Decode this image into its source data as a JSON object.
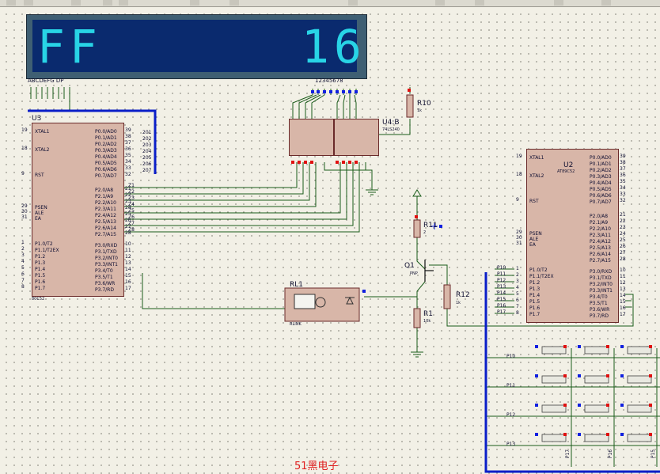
{
  "display": {
    "left_digits": "FF",
    "right_digits": "16",
    "segment_labels": "ABCDEFG DP",
    "digit_labels": "12345678"
  },
  "u3": {
    "ref": "U3",
    "part": "80C52",
    "pins_left": [
      {
        "n": "19",
        "name": "XTAL1"
      },
      {
        "n": "18",
        "name": "XTAL2"
      },
      {
        "n": "9",
        "name": "RST"
      },
      {
        "n": "29",
        "name": "PSEN"
      },
      {
        "n": "30",
        "name": "ALE"
      },
      {
        "n": "31",
        "name": "EA"
      },
      {
        "n": "1",
        "name": "P1.0/T2"
      },
      {
        "n": "2",
        "name": "P1.1/T2EX"
      },
      {
        "n": "3",
        "name": "P1.2"
      },
      {
        "n": "4",
        "name": "P1.3"
      },
      {
        "n": "5",
        "name": "P1.4"
      },
      {
        "n": "6",
        "name": "P1.5"
      },
      {
        "n": "7",
        "name": "P1.6"
      },
      {
        "n": "8",
        "name": "P1.7"
      }
    ],
    "pins_right": [
      {
        "n": "39",
        "name": "P0.0/AD0"
      },
      {
        "n": "38",
        "name": "P0.1/AD1"
      },
      {
        "n": "37",
        "name": "P0.2/AD2"
      },
      {
        "n": "36",
        "name": "P0.3/AD3"
      },
      {
        "n": "35",
        "name": "P0.4/AD4"
      },
      {
        "n": "34",
        "name": "P0.5/AD5"
      },
      {
        "n": "33",
        "name": "P0.6/AD6"
      },
      {
        "n": "32",
        "name": "P0.7/AD7"
      },
      {
        "n": "21",
        "name": "P2.0/A8"
      },
      {
        "n": "22",
        "name": "P2.1/A9"
      },
      {
        "n": "23",
        "name": "P2.2/A10"
      },
      {
        "n": "24",
        "name": "P2.3/A11"
      },
      {
        "n": "25",
        "name": "P2.4/A12"
      },
      {
        "n": "26",
        "name": "P2.5/A13"
      },
      {
        "n": "27",
        "name": "P2.6/A14"
      },
      {
        "n": "28",
        "name": "P2.7/A15"
      },
      {
        "n": "10",
        "name": "P3.0/RXD"
      },
      {
        "n": "11",
        "name": "P3.1/TXD"
      },
      {
        "n": "12",
        "name": "P3.2/INT0"
      },
      {
        "n": "13",
        "name": "P3.3/INT1"
      },
      {
        "n": "14",
        "name": "P3.4/T0"
      },
      {
        "n": "15",
        "name": "P3.5/T1"
      },
      {
        "n": "16",
        "name": "P3.6/WR"
      },
      {
        "n": "17",
        "name": "P3.7/RD"
      }
    ],
    "bus_out": [
      "201",
      "202",
      "203",
      "204",
      "205",
      "206",
      "207"
    ],
    "p2_out": [
      "Z1",
      "Z2",
      "Z3",
      "Z4",
      "Z5",
      "Z6",
      "Z7",
      "Z8"
    ]
  },
  "u2": {
    "ref": "U2",
    "part": "AT89C52",
    "pins_left": [
      {
        "n": "19",
        "name": "XTAL1"
      },
      {
        "n": "18",
        "name": "XTAL2"
      },
      {
        "n": "9",
        "name": "RST"
      },
      {
        "n": "29",
        "name": "PSEN"
      },
      {
        "n": "30",
        "name": "ALE"
      },
      {
        "n": "31",
        "name": "EA"
      },
      {
        "n": "1",
        "name": "P1.0/T2"
      },
      {
        "n": "2",
        "name": "P1.1/T2EX"
      },
      {
        "n": "3",
        "name": "P1.2"
      },
      {
        "n": "4",
        "name": "P1.3"
      },
      {
        "n": "5",
        "name": "P1.4"
      },
      {
        "n": "6",
        "name": "P1.5"
      },
      {
        "n": "7",
        "name": "P1.6"
      },
      {
        "n": "8",
        "name": "P1.7"
      }
    ],
    "pins_right": [
      {
        "n": "39",
        "name": "P0.0/AD0"
      },
      {
        "n": "38",
        "name": "P0.1/AD1"
      },
      {
        "n": "37",
        "name": "P0.2/AD2"
      },
      {
        "n": "36",
        "name": "P0.3/AD3"
      },
      {
        "n": "35",
        "name": "P0.4/AD4"
      },
      {
        "n": "34",
        "name": "P0.5/AD5"
      },
      {
        "n": "33",
        "name": "P0.6/AD6"
      },
      {
        "n": "32",
        "name": "P0.7/AD7"
      },
      {
        "n": "21",
        "name": "P2.0/A8"
      },
      {
        "n": "22",
        "name": "P2.1/A9"
      },
      {
        "n": "23",
        "name": "P2.2/A10"
      },
      {
        "n": "24",
        "name": "P2.3/A11"
      },
      {
        "n": "25",
        "name": "P2.4/A12"
      },
      {
        "n": "26",
        "name": "P2.5/A13"
      },
      {
        "n": "27",
        "name": "P2.6/A14"
      },
      {
        "n": "28",
        "name": "P2.7/A15"
      },
      {
        "n": "10",
        "name": "P3.0/RXD"
      },
      {
        "n": "11",
        "name": "P3.1/TXD"
      },
      {
        "n": "12",
        "name": "P3.2/INT0"
      },
      {
        "n": "13",
        "name": "P3.3/INT1"
      },
      {
        "n": "14",
        "name": "P3.4/T0"
      },
      {
        "n": "15",
        "name": "P3.5/T1"
      },
      {
        "n": "16",
        "name": "P3.6/WR"
      },
      {
        "n": "17",
        "name": "P3.7/RD"
      }
    ],
    "net_in": [
      "P10",
      "P11",
      "P12",
      "P13",
      "P14",
      "P15",
      "P16",
      "P17"
    ]
  },
  "u4": {
    "ref": "U4:B",
    "part": "74LS240"
  },
  "r10": {
    "ref": "R10",
    "value": "1k"
  },
  "r11": {
    "ref": "R11",
    "value": "2"
  },
  "r12": {
    "ref": "R12",
    "value": "1k"
  },
  "r1": {
    "ref": "R1",
    "value": "10k"
  },
  "q1": {
    "ref": "Q1",
    "type": "PNP"
  },
  "rl1": {
    "ref": "RL1",
    "part": "RLINK"
  },
  "keypad": {
    "row_labels": [
      "P10",
      "P11",
      "P12",
      "P13"
    ],
    "col_labels": [
      "P17",
      "P16",
      "P15"
    ]
  },
  "watermark": "51黑电子",
  "colors": {
    "wire": "#1a5c1a",
    "bus": "#0a1ec8",
    "chip_fill": "#d8b6a8",
    "chip_border": "#6a2a2a",
    "lcd_digit": "#28d4e6",
    "pin_red": "#e01010",
    "pin_blue": "#1020e0"
  }
}
